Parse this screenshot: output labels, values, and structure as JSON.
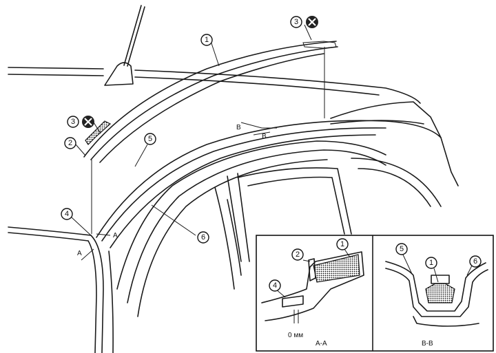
{
  "callouts": {
    "n1": "1",
    "n2": "2",
    "n3": "3",
    "n4": "4",
    "n5": "5",
    "n6": "6"
  },
  "section_marks": {
    "a": "A",
    "b": "B"
  },
  "inset_aa": {
    "caption": "A-A",
    "gap_label": "0 мм",
    "callouts": [
      "2",
      "1",
      "4"
    ]
  },
  "inset_bb": {
    "caption": "B-B",
    "callouts": [
      "5",
      "1",
      "6"
    ]
  }
}
